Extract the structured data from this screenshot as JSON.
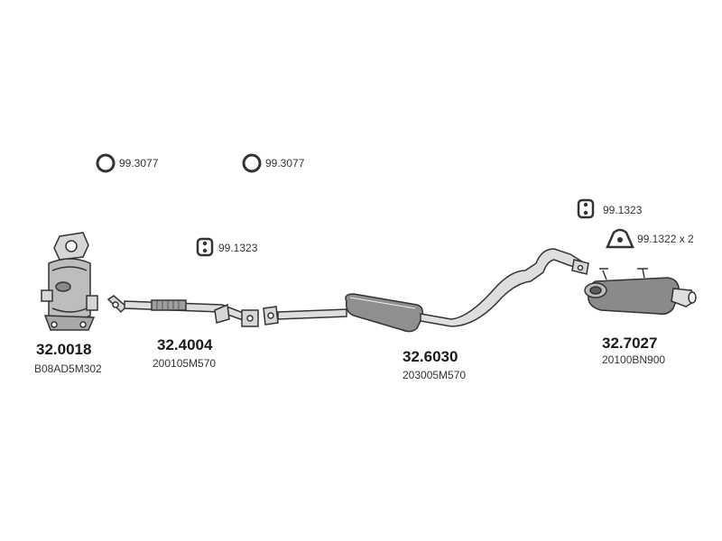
{
  "parts": [
    {
      "id": "catalytic-converter",
      "number": "32.0018",
      "oem": "B08AD5M302"
    },
    {
      "id": "front-pipe",
      "number": "32.4004",
      "oem": "200105M570"
    },
    {
      "id": "middle-silencer",
      "number": "32.6030",
      "oem": "203005M570"
    },
    {
      "id": "rear-silencer",
      "number": "32.7027",
      "oem": "20100BN900"
    }
  ],
  "accessories": {
    "ring_1": "99.3077",
    "ring_2": "99.3077",
    "hanger_1": "99.1323",
    "hanger_2": "99.1323",
    "mount": "99.1322 x 2"
  },
  "colors": {
    "line": "#333333",
    "fill": "#c8c8c8",
    "dark": "#6e6e6e"
  }
}
